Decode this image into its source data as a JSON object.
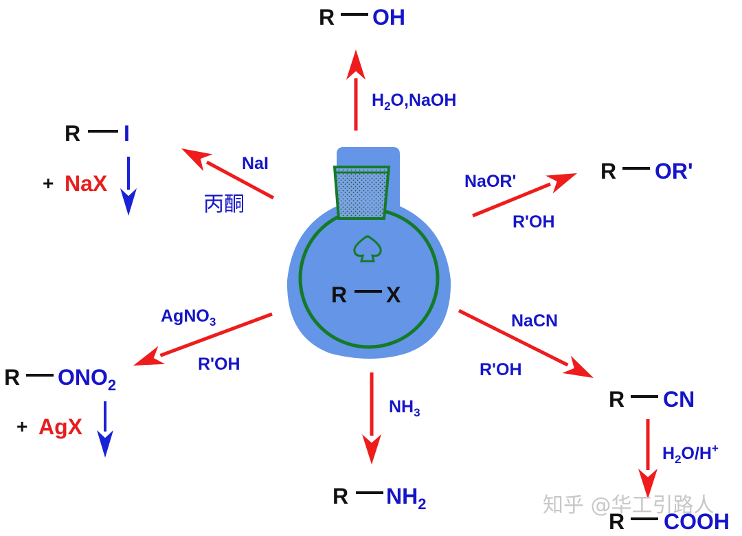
{
  "colors": {
    "black": "#111111",
    "blue": "#1515c8",
    "red": "#e61e1e",
    "flask_fill": "#6495e6",
    "flask_stroke": "#157a28",
    "arrow_red": "#ee1c1c",
    "arrow_blue": "#1a22d6",
    "watermark": "#c8c8c8"
  },
  "center": {
    "r": "R",
    "x": "X"
  },
  "products": {
    "top": {
      "r": "R",
      "group": "OH"
    },
    "upper_left": {
      "r": "R",
      "group": "I"
    },
    "upper_right": {
      "r": "R",
      "group": "OR'"
    },
    "lower_left": {
      "r": "R",
      "group_main": "ONO",
      "group_sub": "2"
    },
    "bottom": {
      "r": "R",
      "group_main": "NH",
      "group_sub": "2"
    },
    "lower_right": {
      "r": "R",
      "group": "CN"
    },
    "far_bottom_right": {
      "r": "R",
      "group": "COOH"
    }
  },
  "reagents": {
    "top": {
      "h": "H",
      "sub": "2",
      "rest": "O,NaOH"
    },
    "upper_left_top": "NaI",
    "upper_left_bottom": "丙酮",
    "upper_right_top": "NaOR'",
    "upper_right_bottom": "R'OH",
    "lower_left_top_main": "AgNO",
    "lower_left_top_sub": "3",
    "lower_left_bottom": "R'OH",
    "bottom_main": "NH",
    "bottom_sub": "3",
    "lower_right_top": "NaCN",
    "lower_right_bottom": "R'OH",
    "far_right": {
      "h": "H",
      "sub": "2",
      "mid": "O/H",
      "sup": "+"
    }
  },
  "byproducts": {
    "nax": {
      "plus": "+",
      "text": "NaX"
    },
    "agx": {
      "plus": "+",
      "text": "AgX"
    }
  },
  "icons": {
    "flask": "round-bottom-flask-icon",
    "spade": "spade-icon"
  },
  "watermark": "知乎 @华工引路人"
}
